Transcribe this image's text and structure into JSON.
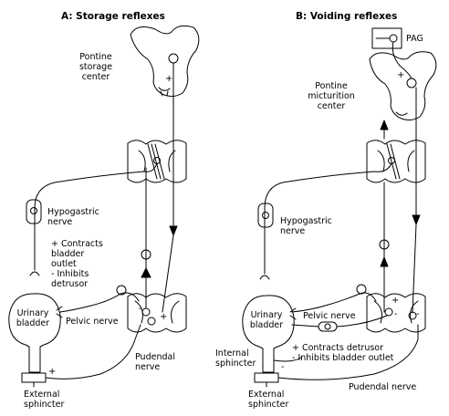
{
  "panel_a": {
    "title": "A: Storage reflexes",
    "pontine_center": "Pontine\nstorage\ncenter",
    "hypogastric": "Hypogastric\nnerve",
    "effects": "+ Contracts\nbladder\noutlet\n- Inhibits\ndetrusor",
    "bladder": "Urinary\nbladder",
    "pelvic": "Pelvic nerve",
    "pudendal": "Pudendal\nnerve",
    "external_sphincter": "External\nsphincter"
  },
  "panel_b": {
    "title": "B: Voiding reflexes",
    "pag": "PAG",
    "pontine_center": "Pontine\nmicturition\ncenter",
    "hypogastric": "Hypogastric\nnerve",
    "bladder": "Urinary\nbladder",
    "pelvic": "Pelvic nerve",
    "internal_sphincter": "Internal\nsphincter",
    "effects": "+ Contracts detrusor\n- Inhibits bladder outlet",
    "external_sphincter": "External\nsphincter",
    "pudendal": "Pudendal nerve"
  },
  "symbols": {
    "plus": "+",
    "minus": "-"
  }
}
